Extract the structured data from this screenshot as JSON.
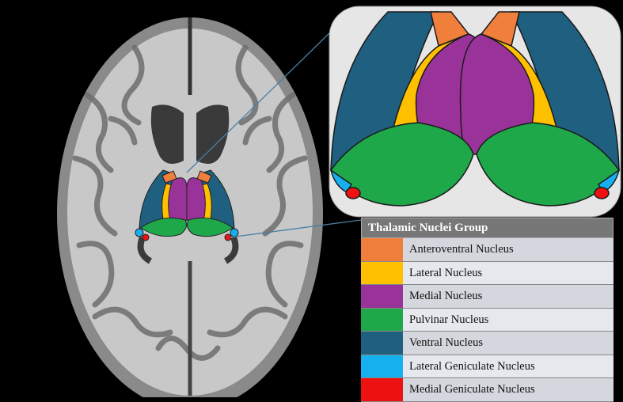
{
  "legend": {
    "title": "Thalamic Nuclei Group",
    "items": [
      {
        "label": "Anteroventral Nucleus",
        "color": "#f07f3c"
      },
      {
        "label": "Lateral Nucleus",
        "color": "#ffc000"
      },
      {
        "label": "Medial Nucleus",
        "color": "#993399"
      },
      {
        "label": "Pulvinar Nucleus",
        "color": "#1ea84a"
      },
      {
        "label": "Ventral Nucleus",
        "color": "#1f5f7f"
      },
      {
        "label": "Lateral Geniculate Nucleus",
        "color": "#16b0ee"
      },
      {
        "label": "Medial Geniculate Nucleus",
        "color": "#ee1111"
      }
    ]
  }
}
